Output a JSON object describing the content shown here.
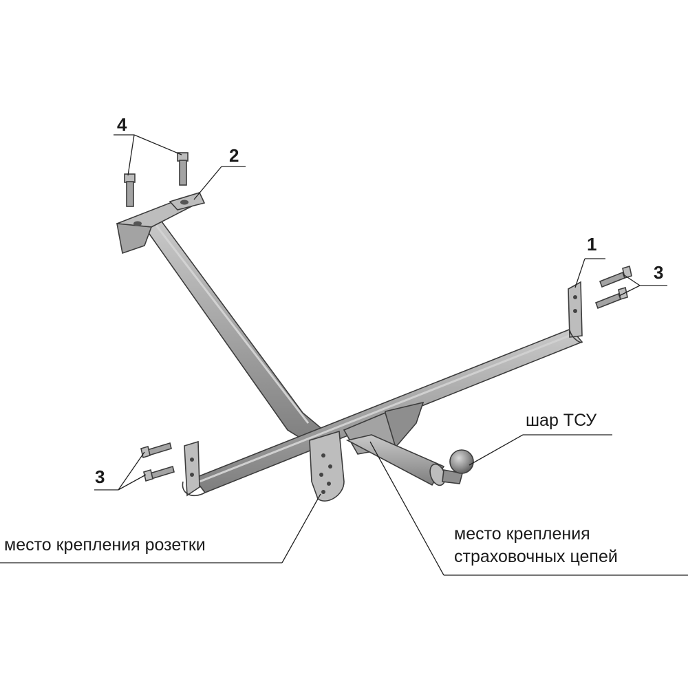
{
  "labels": {
    "part_1": "1",
    "part_2": "2",
    "part_3_right": "3",
    "part_3_left": "3",
    "part_4": "4",
    "ball": "шар ТСУ",
    "socket_mount": "место крепления розетки",
    "chains_mount_line1": "место крепления",
    "chains_mount_line2": "страховочных цепей"
  },
  "colors": {
    "metal": "#a3a3a3",
    "metal_shadow": "#8e8e8e",
    "metal_highlight": "#bdbdbd",
    "outline": "#3c3c3c",
    "text": "#1a1a1a",
    "background": "#ffffff"
  }
}
